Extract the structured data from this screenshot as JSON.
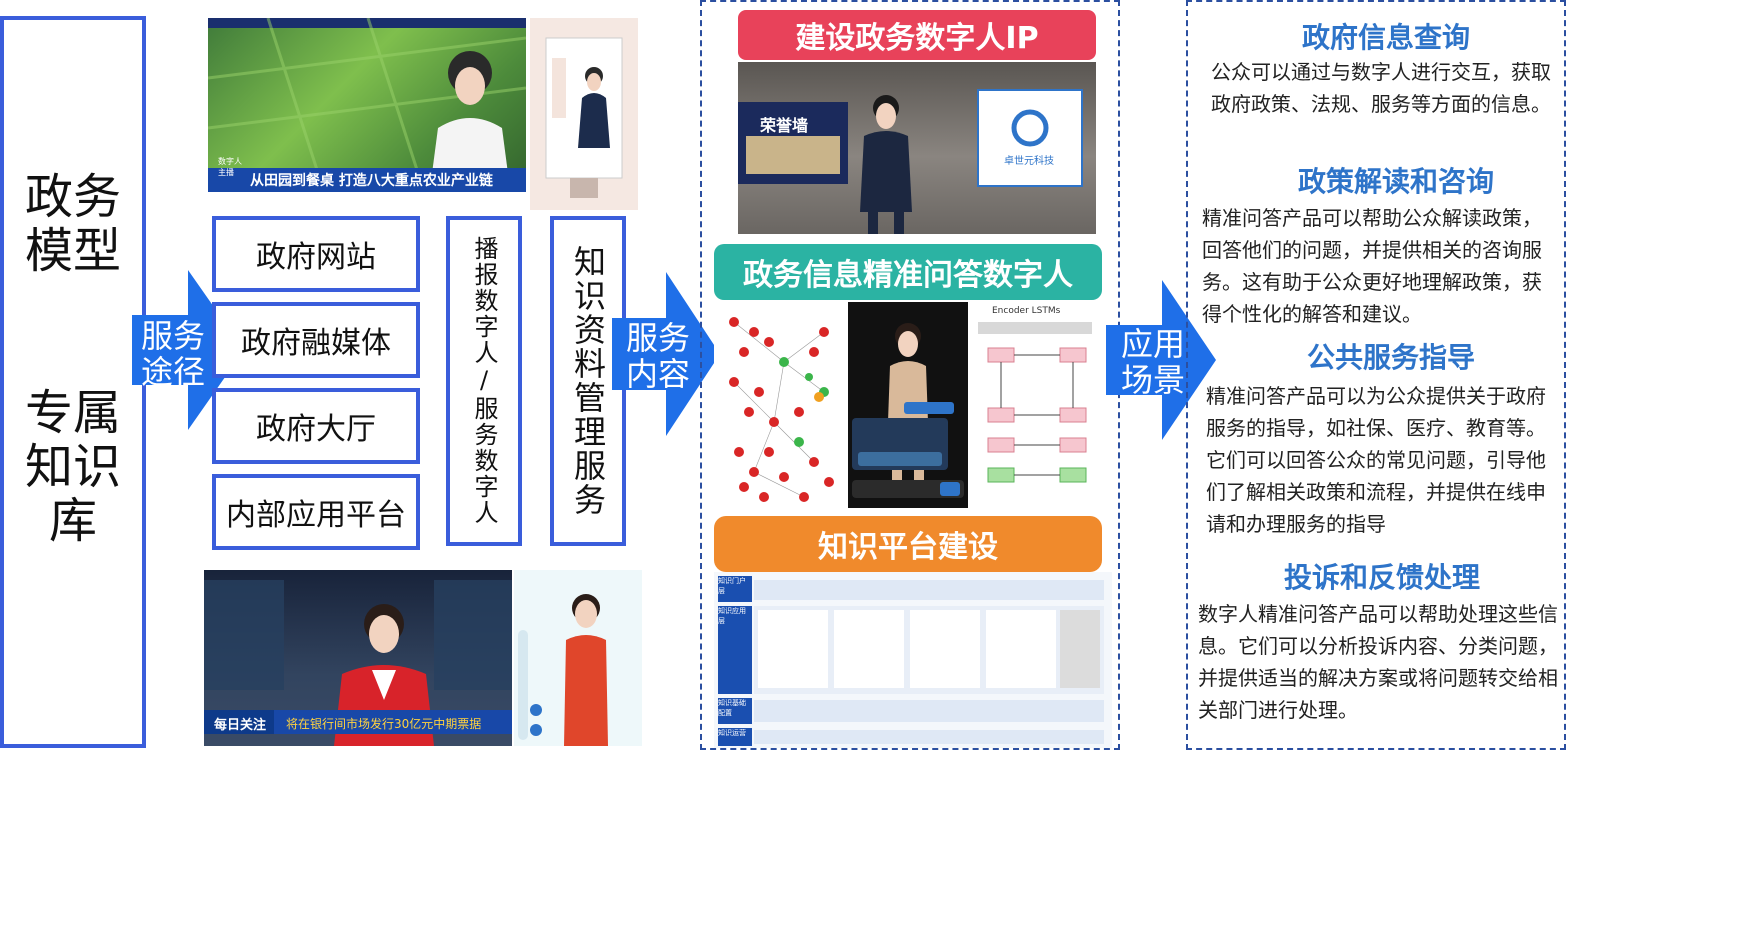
{
  "left_panel": {
    "title_line1": "政务",
    "title_line2": "模型",
    "subtitle_line1": "专属",
    "subtitle_line2": "知识",
    "subtitle_line3": "库"
  },
  "arrows": {
    "service_channel": [
      "服务",
      "途径"
    ],
    "service_content": [
      "服务",
      "内容"
    ],
    "application": [
      "应用",
      "场景"
    ]
  },
  "channels": [
    "政府网站",
    "政府融媒体",
    "政府大厅",
    "内部应用平台"
  ],
  "broadcast_box": "播报数字人/服务数字人",
  "knowledge_box": "知识资料管理服务",
  "images": {
    "news_caption": "从田园到餐桌 打造八大重点农业产业链",
    "news_tag": "数字人主播",
    "bottom_news_tag": "每日关注",
    "bottom_news_caption": "将在银行间市场发行30亿元中期票据",
    "ip_wall_label": "荣誉墙",
    "ip_logo_text": "卓世元科技",
    "encoder_label": "Encoder LSTMs"
  },
  "middle": {
    "section1": "建设政务数字人IP",
    "section2": "政务信息精准问答数字人",
    "section3": "知识平台建设",
    "platform_rows": [
      "知识门户层",
      "知识应用层",
      "知识基础配置",
      "知识运营"
    ]
  },
  "colors": {
    "section1": "#e8425a",
    "section2": "#2bb3a3",
    "section3": "#f08a2c",
    "accent_blue": "#2e74c9",
    "arrow_blue": "#1f6fe8"
  },
  "scenarios": [
    {
      "title": "政府信息查询",
      "text": "公众可以通过与数字人进行交互，获取政府政策、法规、服务等方面的信息。"
    },
    {
      "title": "政策解读和咨询",
      "text": "精准问答产品可以帮助公众解读政策，回答他们的问题，并提供相关的咨询服务。这有助于公众更好地理解政策，获得个性化的解答和建议。"
    },
    {
      "title": "公共服务指导",
      "text": "精准问答产品可以为公众提供关于政府服务的指导，如社保、医疗、教育等。它们可以回答公众的常见问题，引导他们了解相关政策和流程，并提供在线申请和办理服务的指导"
    },
    {
      "title": "投诉和反馈处理",
      "text": "数字人精准问答产品可以帮助处理这些信息。它们可以分析投诉内容、分类问题，并提供适当的解决方案或将问题转交给相关部门进行处理。"
    }
  ]
}
